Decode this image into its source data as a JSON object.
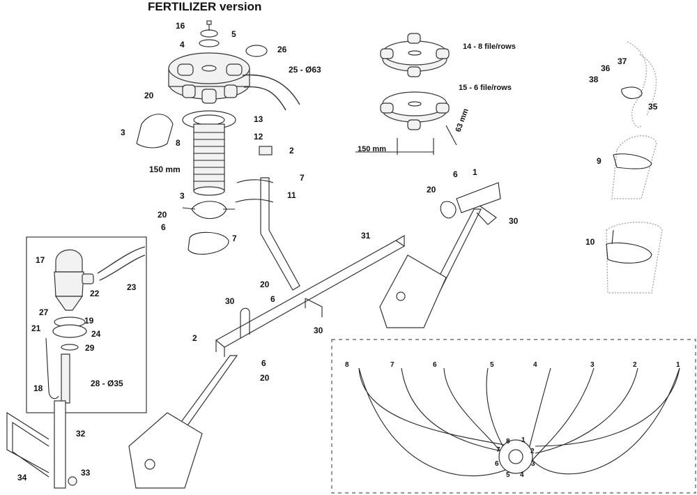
{
  "title": "FERTILIZER version",
  "dimensions": {
    "hose_25": "25 - Ø63",
    "hose_28": "28 - Ø35",
    "head_14": "14 - 8 file/rows",
    "head_15": "15 - 6 file/rows",
    "len_150_left": "150 mm",
    "len_150_right": "150 mm",
    "len_63": "63 mm"
  },
  "parts": {
    "p1": "1",
    "p2a": "2",
    "p2b": "2",
    "p3a": "3",
    "p3b": "3",
    "p4": "4",
    "p5": "5",
    "p6a": "6",
    "p6b": "6",
    "p6c": "6",
    "p6d": "6",
    "p7a": "7",
    "p7b": "7",
    "p8": "8",
    "p9": "9",
    "p10": "10",
    "p11": "11",
    "p12": "12",
    "p13": "13",
    "p16": "16",
    "p17": "17",
    "p18": "18",
    "p19": "19",
    "p20a": "20",
    "p20b": "20",
    "p20c": "20",
    "p20d": "20",
    "p20e": "20",
    "p21": "21",
    "p22": "22",
    "p23": "23",
    "p24": "24",
    "p26": "26",
    "p27": "27",
    "p29": "29",
    "p30a": "30",
    "p30b": "30",
    "p30c": "30",
    "p31": "31",
    "p32": "32",
    "p33": "33",
    "p34": "34",
    "p35": "35",
    "p36": "36",
    "p37": "37",
    "p38": "38"
  },
  "outlets": [
    "8",
    "7",
    "6",
    "5",
    "4",
    "3",
    "2",
    "1"
  ],
  "hub_ports": [
    "8",
    "1",
    "2",
    "3",
    "4",
    "5",
    "6",
    "7"
  ]
}
